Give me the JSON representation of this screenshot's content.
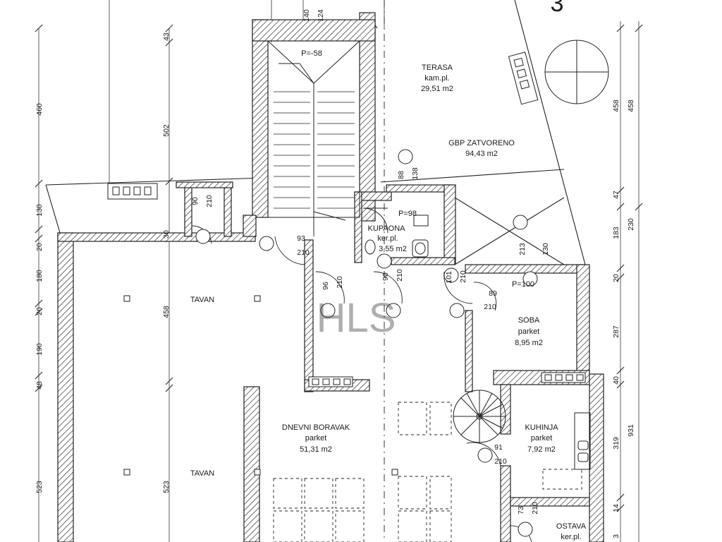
{
  "sheet_number": "3",
  "rooms": {
    "terasa": {
      "name": "TERASA",
      "floor": "kam.pl.",
      "area": "29,51 m2"
    },
    "gbp": {
      "name": "GBP ZATVORENO",
      "area": "94,43 m2"
    },
    "kupaona": {
      "name": "KUPAONA",
      "floor": "ker.pl.",
      "area": "3,55 m2"
    },
    "soba": {
      "name": "SOBA",
      "floor": "parket",
      "area": "8,95 m2"
    },
    "dnevni": {
      "name": "DNEVNI BORAVAK",
      "floor": "parket",
      "area": "51,31 m2"
    },
    "kuhinja": {
      "name": "KUHINJA",
      "floor": "parket",
      "area": "7,92 m2"
    },
    "ostava": {
      "name": "OSTAVA",
      "floor": "ker.pl."
    },
    "tavan_upper": {
      "name": "TAVAN"
    },
    "tavan_lower": {
      "name": "TAVAN"
    }
  },
  "levels": {
    "stair": "P=-58",
    "bath": "P=98",
    "soba": "P=100"
  },
  "dims": {
    "top_140": "140",
    "top_124": "124",
    "left_43": "43",
    "left_460": "460",
    "left_502": "502",
    "left_130": "130",
    "left_20a": "20",
    "left_180": "180",
    "left_20b": "20",
    "left_190": "190",
    "left_48": "48",
    "left_523": "523",
    "left_458": "458",
    "left_523b": "523",
    "left_30": "30",
    "door_90a": "90",
    "door_210a": "210",
    "door_93": "93",
    "door_210b": "210",
    "door_96": "96",
    "door_210c": "210",
    "door_90b": "90",
    "door_210d": "210",
    "door_101": "101",
    "door_210e": "210",
    "door_89": "89",
    "door_210f": "210",
    "door_213": "213",
    "door_130": "130",
    "door_88": "88",
    "door_138": "138",
    "door_91": "91",
    "door_210g": "210",
    "door_73": "73",
    "door_210h": "210",
    "right_458a": "458",
    "right_458b": "458",
    "right_47": "47",
    "right_183": "183",
    "right_230": "230",
    "right_20": "20",
    "right_287": "287",
    "right_40": "40",
    "right_319": "319",
    "right_931": "931",
    "right_14": "14",
    "right_3": "3"
  },
  "watermark": "HLS"
}
